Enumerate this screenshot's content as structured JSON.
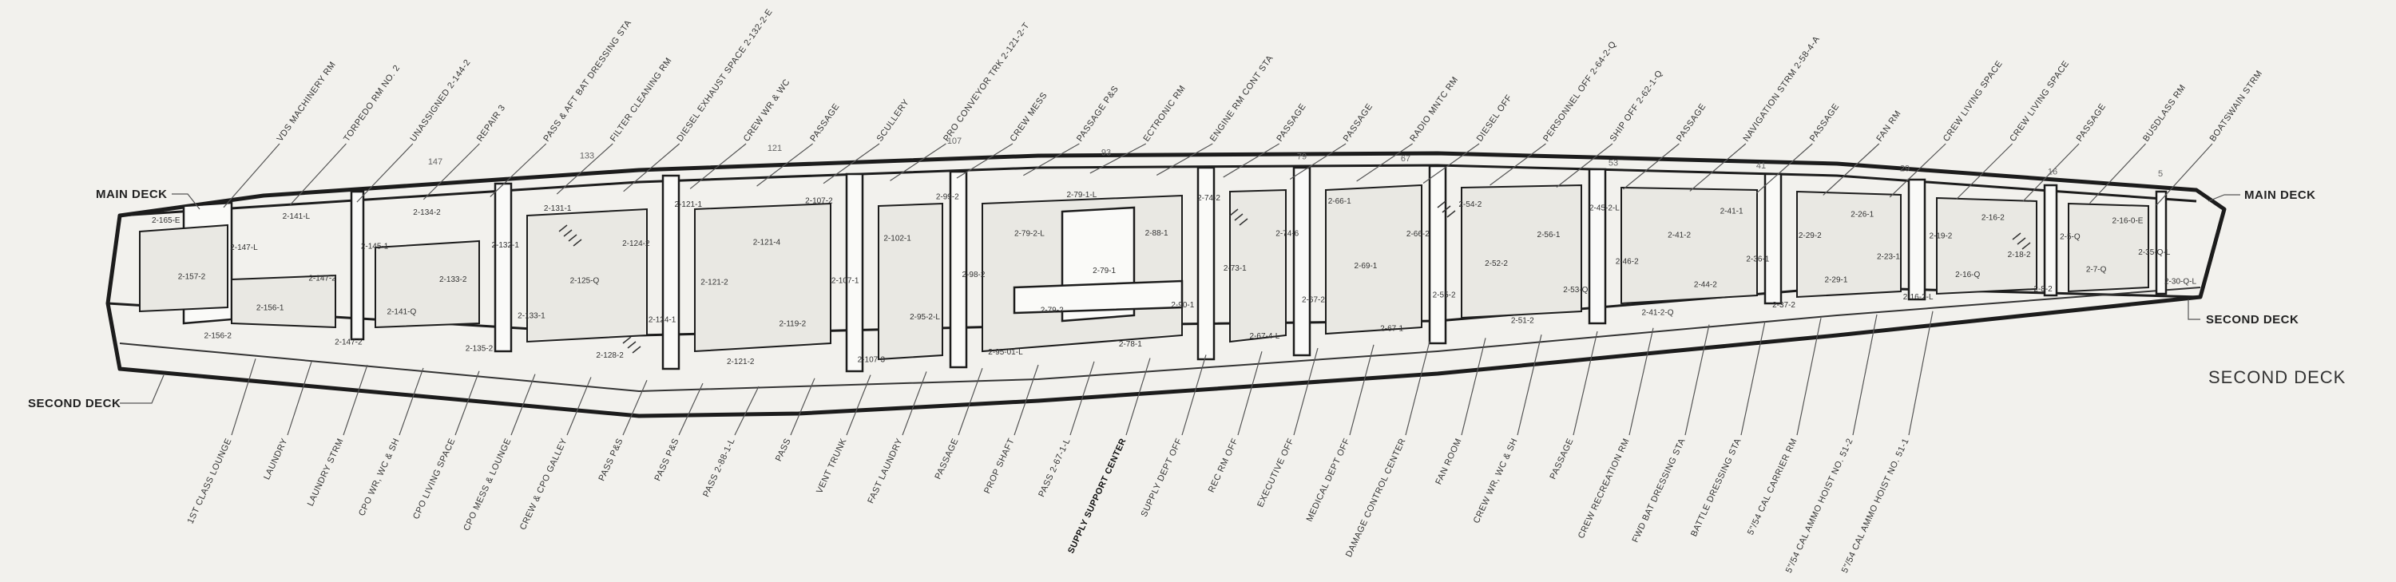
{
  "title": "SECOND DECK",
  "deck_labels": {
    "main_deck_aft": "MAIN DECK",
    "main_deck_fwd": "MAIN DECK",
    "second_deck_aft": "SECOND DECK",
    "second_deck_fwd": "SECOND DECK"
  },
  "frames": [
    "147",
    "133",
    "121",
    "107",
    "93",
    "79",
    "67",
    "53",
    "41",
    "29",
    "16",
    "5"
  ],
  "upper_spaces": [
    "VDS MACHINERY RM",
    "TORPEDO RM NO. 2",
    "UNASSIGNED 2-144-2",
    "REPAIR 3",
    "PASS & AFT BAT DRESSING STA",
    "FILTER CLEANING RM",
    "DIESEL EXHAUST SPACE 2-132-2-E",
    "CREW WR & WC",
    "PASSAGE",
    "SCULLERY",
    "PRO CONVEYOR TRK 2-121-2-T",
    "CREW MESS",
    "PASSAGE P&S",
    "ECTRONIC RM",
    "ENGINE RM CONT STA",
    "PASSAGE",
    "PASSAGE",
    "RADIO MNTC RM",
    "DIESEL OFF",
    "PERSONNEL OFF 2-64-2-Q",
    "SHIP OFF 2-62-1-Q",
    "PASSAGE",
    "NAVIGATION STRM 2-58-4-A",
    "PASSAGE",
    "FAN RM",
    "CREW LIVING SPACE",
    "CREW LIVING SPACE",
    "PASSAGE",
    "BUSDLASS RM",
    "BOATSWAIN STRM"
  ],
  "lower_spaces": [
    "1ST CLASS LOUNGE",
    "LAUNDRY",
    "LAUNDRY STRM",
    "CPO WR, WC & SH",
    "CPO LIVING SPACE",
    "CPO MESS & LOUNGE",
    "CREW & CPO GALLEY",
    "PASS P&S",
    "PASS P&S",
    "PASS 2-88-1-L",
    "PASS",
    "VENT TRUNK",
    "FAST LAUNDRY",
    "PASSAGE",
    "PROP SHAFT",
    "PASS 2-67-1-L",
    "SUPPLY SUPPORT CENTER",
    "SUPPLY DEPT OFF",
    "REC RM OFF",
    "EXECUTIVE OFF",
    "MEDICAL DEPT OFF",
    "DAMAGE CONTROL CENTER",
    "FAN ROOM",
    "CREW WR, WC & SH",
    "PASSAGE",
    "CREW RECREATION RM",
    "FWD BAT DRESSING STA",
    "BATTLE DRESSING STA",
    "5\"/54 CAL CARRIER RM",
    "5\"/54 CAL AMMO HOIST NO. 51-2",
    "5\"/54 CAL AMMO HOIST NO. 51-1"
  ],
  "compartments": [
    "2-165-E",
    "2-157-2",
    "2-156-2",
    "2-147-L",
    "2-156-1",
    "2-141-L",
    "2-147-2",
    "2-147-2",
    "2-145-1",
    "2-141-Q",
    "2-134-2",
    "2-133-2",
    "2-135-2",
    "2-132-1",
    "2-133-1",
    "2-131-1",
    "2-125-Q",
    "2-128-2",
    "2-124-2",
    "2-124-1",
    "2-121-1",
    "2-121-2",
    "2-121-2",
    "2-121-4",
    "2-119-2",
    "2-107-2",
    "2-107-1",
    "2-107-3",
    "2-102-1",
    "2-95-2-L",
    "2-99-2",
    "2-98-2",
    "2-95-01-L",
    "2-79-2-L",
    "2-79-2",
    "2-79-1-L",
    "2-79-1",
    "2-78-1",
    "2-88-1",
    "2-90-1",
    "2-74-2",
    "2-73-1",
    "2-67-4-L",
    "2-74-6",
    "2-67-2",
    "2-66-1",
    "2-69-1",
    "2-67-1",
    "2-66-2",
    "2-55-2",
    "2-54-2",
    "2-52-2",
    "2-51-2",
    "2-56-1",
    "2-53-Q",
    "2-45-2-L",
    "2-46-2",
    "2-41-2-Q",
    "2-41-2",
    "2-44-2",
    "2-41-1",
    "2-36-1",
    "2-37-2",
    "2-29-2",
    "2-29-1",
    "2-26-1",
    "2-23-1",
    "2-16-2-L",
    "2-19-2",
    "2-16-Q",
    "2-16-2",
    "2-18-2",
    "2-8-2",
    "2-5-Q",
    "2-7-Q",
    "2-16-0-E",
    "2-35-Q-L",
    "2-30-Q-L"
  ],
  "colors": {
    "paper": "#f2f1ed",
    "ink": "#1c1c1c"
  }
}
